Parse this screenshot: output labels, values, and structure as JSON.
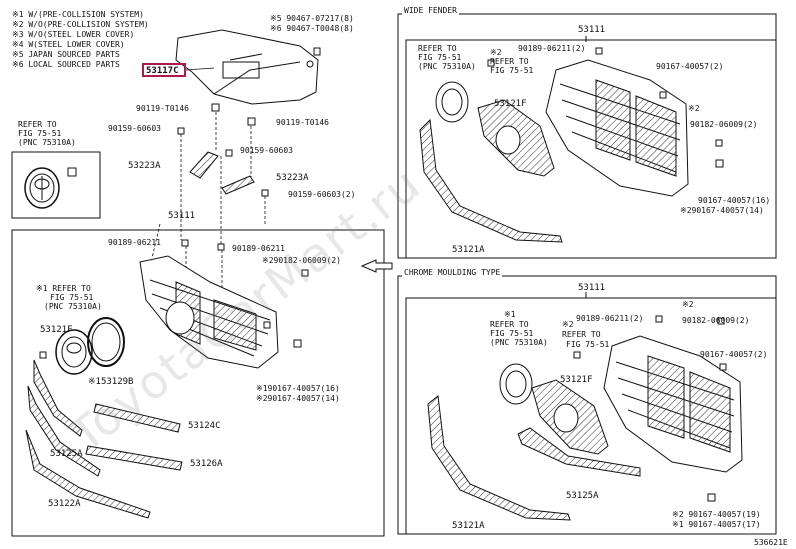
{
  "legend": [
    "※1 W/(PRE-COLLISION SYSTEM)",
    "※2 W/O(PRE-COLLISION SYSTEM)",
    "※3 W/O(STEEL LOWER COVER)",
    "※4 W(STEEL LOWER COVER)",
    "※5 JAPAN SOURCED PARTS",
    "※6 LOCAL SOURCED PARTS"
  ],
  "highlighted_part": "53117C",
  "sections": {
    "wide_header": "WIDE FENDER",
    "chrome_header": "CHROME MOULDING TYPE"
  },
  "labels": {
    "p1": "※5 90467-07217(8)",
    "p2": "※6 90467-T0048(8)",
    "p3": "90119-T0146",
    "p4": "90159-60603",
    "p5": "90119-T0146",
    "p6": "90159-60603",
    "p7": "53223A",
    "p8": "53223A",
    "p9": "90159-60603(2)",
    "p10": "53111",
    "p11": "90189-06211",
    "p12": "90189-06211",
    "p13": "※290182-06009(2)",
    "p14a": "REFER TO",
    "p14b": "FIG 75-51",
    "p14c": "(PNC 75310A)",
    "p15a": "※1 REFER TO",
    "p15b": "FIG 75-51",
    "p15c": "(PNC 75310A)",
    "p16": "53121F",
    "p17": "※153129B",
    "p18": "※190167-40057(16)",
    "p19": "※290167-40057(14)",
    "p20": "53124C",
    "p21": "53125A",
    "p22": "53126A",
    "p23": "53122A",
    "w1": "53111",
    "w2a": "REFER TO",
    "w2b": "FIG 75-51",
    "w2c": "(PNC 75310A)",
    "w3": "90189-06211(2)",
    "w4a": "※2",
    "w4b": "REFER TO",
    "w4c": "FIG 75-51",
    "w5": "90167-40057(2)",
    "w6": "53121F",
    "w7a": "※2",
    "w7b": "90182-06009(2)",
    "w8": "90167-40057(16)",
    "w9": "※290167-40057(14)",
    "w10": "53121A",
    "c1": "53111",
    "c2a": "※1",
    "c2b": "REFER TO",
    "c2c": "FIG 75-51",
    "c2d": "(PNC 75310A)",
    "c3": "90189-06211(2)",
    "c4a": "※2",
    "c4b": "REFER TO",
    "c4c": "FIG 75-51",
    "c5a": "※2",
    "c5b": "90182-06009(2)",
    "c6": "90167-40057(2)",
    "c7": "53121F",
    "c8": "53125A",
    "c9": "53121A",
    "c10": "※2 90167-40057(19)",
    "c11": "※1 90167-40057(17)",
    "fig": "536621E"
  },
  "watermark": "ToyotaCarMart.ru"
}
